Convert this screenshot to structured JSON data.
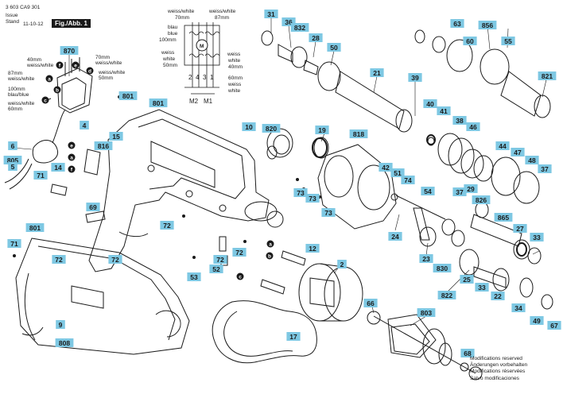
{
  "header": {
    "doc_number": "3 603 CA9 301",
    "issue_label": "Issue",
    "stand_label": "Stand",
    "issue_date": "11-10-12",
    "figure_label": "Fig./Abb. 1"
  },
  "wiring": {
    "motor_badge": "M",
    "top_left": [
      "weiss/white",
      "70mm"
    ],
    "top_right": [
      "weiss/white",
      "87mm"
    ],
    "left_mid": [
      "blau",
      "blue",
      "100mm"
    ],
    "left_low": [
      "weiss",
      "white",
      "50mm"
    ],
    "right_mid": [
      "weiss",
      "white",
      "40mm"
    ],
    "right_low": [
      "60mm",
      "weiss",
      "white"
    ],
    "terminals": [
      "2",
      "4",
      "3",
      "1"
    ],
    "motors": [
      "M2",
      "M1"
    ],
    "cord_left": [
      "40mm",
      "weiss/white",
      "87mm",
      "weiss/white",
      "100mm",
      "blau/blue",
      "weiss/white",
      "60mm"
    ],
    "cord_right": [
      "70mm",
      "weiss/white",
      "weiss/white",
      "50mm"
    ],
    "cord_letters": [
      "f",
      "e",
      "a",
      "d",
      "c"
    ]
  },
  "callouts": [
    {
      "n": "870"
    },
    {
      "n": "4"
    },
    {
      "n": "6"
    },
    {
      "n": "805"
    },
    {
      "n": "5"
    },
    {
      "n": "801"
    },
    {
      "n": "801"
    },
    {
      "n": "816"
    },
    {
      "n": "15"
    },
    {
      "n": "14"
    },
    {
      "n": "71"
    },
    {
      "n": "69"
    },
    {
      "n": "72"
    },
    {
      "n": "72"
    },
    {
      "n": "801"
    },
    {
      "n": "71"
    },
    {
      "n": "9"
    },
    {
      "n": "808"
    },
    {
      "n": "10"
    },
    {
      "n": "820"
    },
    {
      "n": "72"
    },
    {
      "n": "52"
    },
    {
      "n": "53"
    },
    {
      "n": "72"
    },
    {
      "n": "72"
    },
    {
      "n": "12"
    },
    {
      "n": "2"
    },
    {
      "n": "17"
    },
    {
      "n": "31"
    },
    {
      "n": "36"
    },
    {
      "n": "832"
    },
    {
      "n": "28"
    },
    {
      "n": "50"
    },
    {
      "n": "21"
    },
    {
      "n": "19"
    },
    {
      "n": "818"
    },
    {
      "n": "42"
    },
    {
      "n": "51"
    },
    {
      "n": "74"
    },
    {
      "n": "73"
    },
    {
      "n": "73"
    },
    {
      "n": "73"
    },
    {
      "n": "54"
    },
    {
      "n": "24"
    },
    {
      "n": "23"
    },
    {
      "n": "830"
    },
    {
      "n": "822"
    },
    {
      "n": "66"
    },
    {
      "n": "803"
    },
    {
      "n": "63"
    },
    {
      "n": "856"
    },
    {
      "n": "60"
    },
    {
      "n": "55"
    },
    {
      "n": "821"
    },
    {
      "n": "39"
    },
    {
      "n": "40"
    },
    {
      "n": "41"
    },
    {
      "n": "38"
    },
    {
      "n": "46"
    },
    {
      "n": "44"
    },
    {
      "n": "47"
    },
    {
      "n": "48"
    },
    {
      "n": "37"
    },
    {
      "n": "37"
    },
    {
      "n": "29"
    },
    {
      "n": "826"
    },
    {
      "n": "865"
    },
    {
      "n": "27"
    },
    {
      "n": "33"
    },
    {
      "n": "25"
    },
    {
      "n": "33"
    },
    {
      "n": "22"
    },
    {
      "n": "34"
    },
    {
      "n": "49"
    },
    {
      "n": "67"
    },
    {
      "n": "68"
    }
  ],
  "letters": [
    "a",
    "b",
    "c",
    "d",
    "e",
    "f"
  ],
  "modifications": [
    "Modifications reserved",
    "Änderungen vorbehalten",
    "Modifications réservées",
    "Salvo modificaciones"
  ],
  "colors": {
    "callout_fill": "#7ec8e3",
    "ink": "#1a1a1a",
    "paper": "#ffffff"
  }
}
